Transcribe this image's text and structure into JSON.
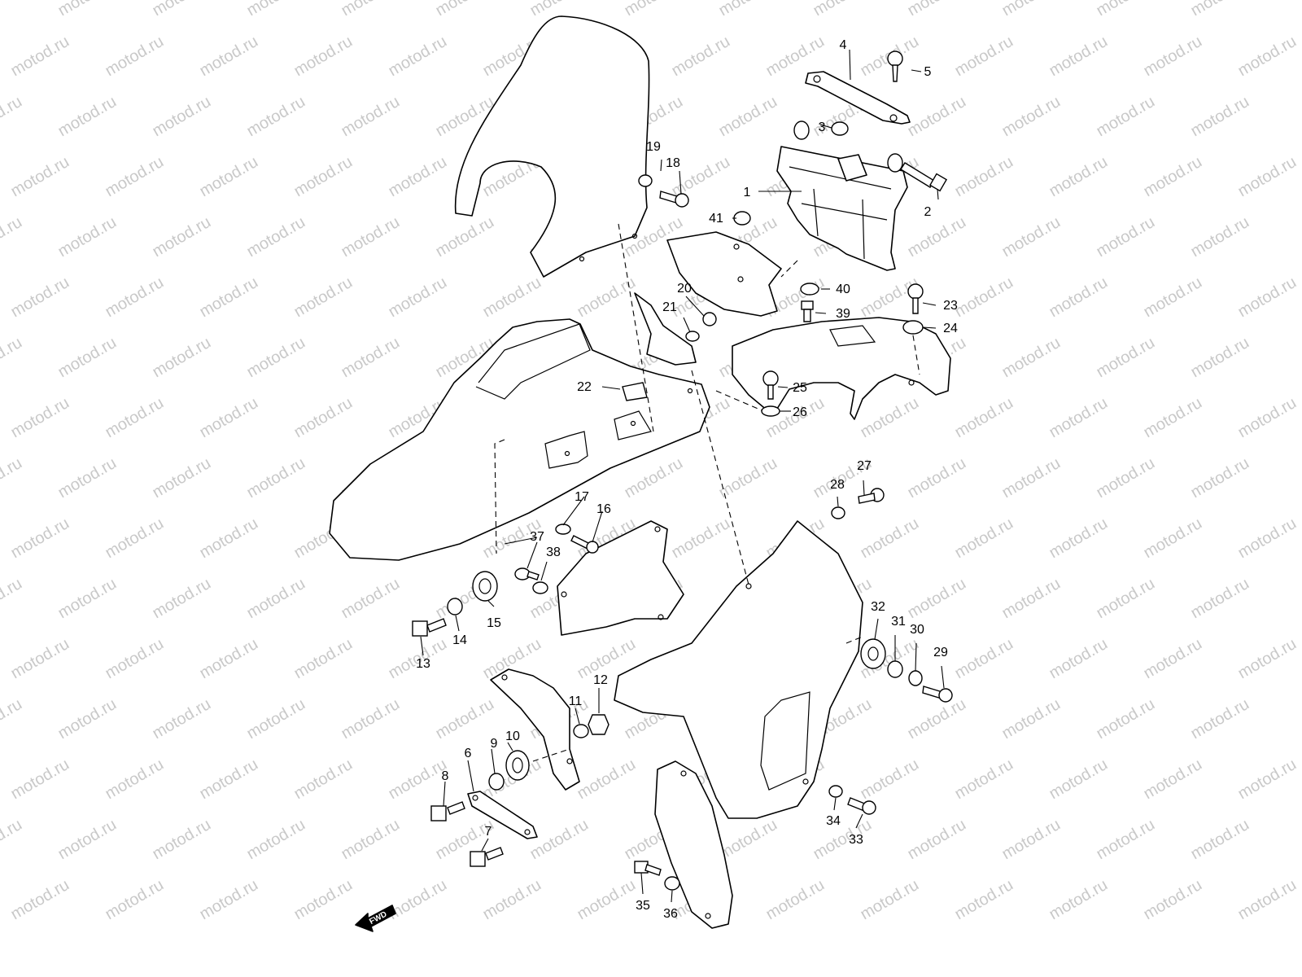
{
  "watermark": {
    "text": "motod.ru",
    "color": "#c9c9c9"
  },
  "fwd_label": "FWD",
  "callouts": [
    {
      "label": "1"
    },
    {
      "label": "2"
    },
    {
      "label": "3"
    },
    {
      "label": "4"
    },
    {
      "label": "5"
    },
    {
      "label": "6"
    },
    {
      "label": "7"
    },
    {
      "label": "8"
    },
    {
      "label": "9"
    },
    {
      "label": "10"
    },
    {
      "label": "11"
    },
    {
      "label": "12"
    },
    {
      "label": "13"
    },
    {
      "label": "14"
    },
    {
      "label": "15"
    },
    {
      "label": "16"
    },
    {
      "label": "17"
    },
    {
      "label": "18"
    },
    {
      "label": "19"
    },
    {
      "label": "20"
    },
    {
      "label": "21"
    },
    {
      "label": "22"
    },
    {
      "label": "23"
    },
    {
      "label": "24"
    },
    {
      "label": "25"
    },
    {
      "label": "26"
    },
    {
      "label": "27"
    },
    {
      "label": "28"
    },
    {
      "label": "29"
    },
    {
      "label": "30"
    },
    {
      "label": "31"
    },
    {
      "label": "32"
    },
    {
      "label": "33"
    },
    {
      "label": "34"
    },
    {
      "label": "35"
    },
    {
      "label": "36"
    },
    {
      "label": "37"
    },
    {
      "label": "38"
    },
    {
      "label": "39"
    },
    {
      "label": "40"
    },
    {
      "label": "41"
    }
  ]
}
